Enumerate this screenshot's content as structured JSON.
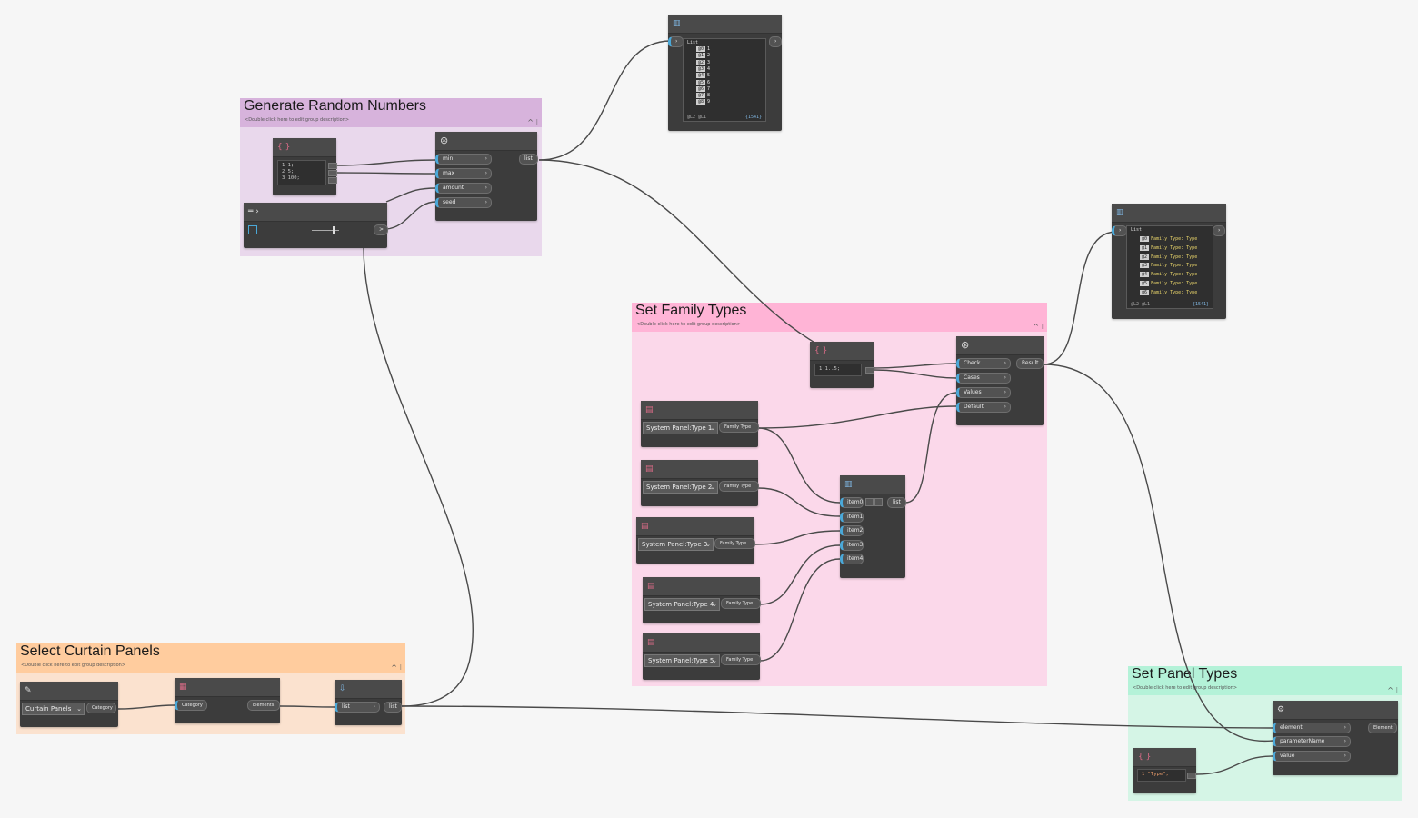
{
  "groups": {
    "random": {
      "title": "Generate Random Numbers",
      "desc": "<Double click here to edit group description>",
      "color": "#e9d8ec",
      "header_color": "#d7b3dc"
    },
    "family": {
      "title": "Set Family Types",
      "desc": "<Double click here to edit group description>",
      "color": "#fbd8ea",
      "header_color": "#ffb4d6"
    },
    "select": {
      "title": "Select Curtain Panels",
      "desc": "<Double click here to edit group description>",
      "color": "#fbe2cf",
      "header_color": "#ffcc9e"
    },
    "panel": {
      "title": "Set Panel Types",
      "desc": "<Double click here to edit group description>",
      "color": "#d5f5e6",
      "header_color": "#b4f2d8"
    }
  },
  "nodes": {
    "code_block_1": {
      "lines": "1 1;\n2 5;\n3 100;"
    },
    "slider": {
      "output": ">"
    },
    "random_list": {
      "inputs": [
        "min",
        "max",
        "amount",
        "seed"
      ],
      "output": "list"
    },
    "code_block_2": {
      "lines": "1 1..5;"
    },
    "switch": {
      "inputs": [
        "Check",
        "Cases",
        "Values",
        "Default"
      ],
      "output": "Result"
    },
    "family_types": [
      {
        "value": "System Panel:Type 1",
        "output": "Family Type"
      },
      {
        "value": "System Panel:Type 2",
        "output": "Family Type"
      },
      {
        "value": "System Panel:Type 3",
        "output": "Family Type"
      },
      {
        "value": "System Panel:Type 4",
        "output": "Family Type"
      },
      {
        "value": "System Panel:Type 5",
        "output": "Family Type"
      }
    ],
    "list_create": {
      "inputs": [
        "item0",
        "item1",
        "item2",
        "item3",
        "item4"
      ],
      "output": "list"
    },
    "categories": {
      "value": "Curtain Panels",
      "output": "Category"
    },
    "all_elements": {
      "input": "Category",
      "output": "Elements"
    },
    "flatten": {
      "input": "list",
      "output": "list"
    },
    "set_param": {
      "inputs": [
        "element",
        "parameterName",
        "value"
      ],
      "output": "Element"
    },
    "code_block_3": {
      "lines": "1 \"Type\";"
    }
  },
  "watch1": {
    "title": "List",
    "items": [
      "1",
      "2",
      "3",
      "4",
      "5",
      "6",
      "7",
      "8",
      "9"
    ],
    "footer": "@L2 @L1",
    "count": "{1541}"
  },
  "watch2": {
    "title": "List",
    "items": [
      "Family Type: Type",
      "Family Type: Type",
      "Family Type: Type",
      "Family Type: Type",
      "Family Type: Type",
      "Family Type: Type",
      "Family Type: Type"
    ],
    "footer": "@L2 @L1",
    "count": "{1541}"
  }
}
